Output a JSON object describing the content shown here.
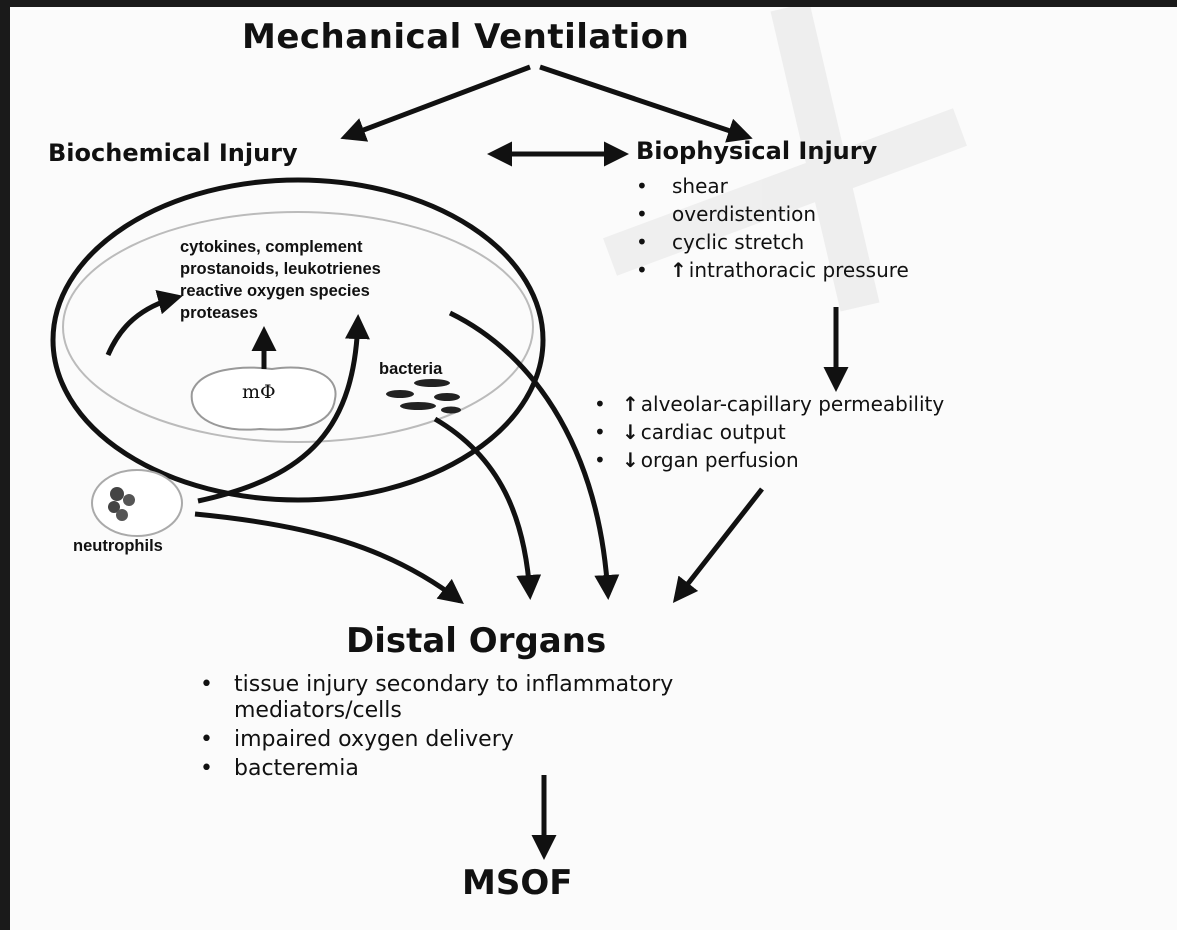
{
  "title": "Mechanical Ventilation",
  "biochemical": {
    "title": "Biochemical Injury",
    "mediators": [
      "cytokines, complement",
      "prostanoids, leukotrienes",
      "reactive oxygen species",
      "proteases"
    ],
    "macrophage": "mΦ",
    "bacteria": "bacteria",
    "neutrophils": "neutrophils"
  },
  "biophysical": {
    "title": "Biophysical Injury",
    "items": [
      {
        "arrow": "",
        "text": "shear"
      },
      {
        "arrow": "",
        "text": "overdistention"
      },
      {
        "arrow": "",
        "text": "cyclic stretch"
      },
      {
        "arrow": "↑",
        "text": "intrathoracic pressure"
      }
    ]
  },
  "effects": [
    {
      "arrow": "↑",
      "text": "alveolar-capillary permeability"
    },
    {
      "arrow": "↓",
      "text": "cardiac output"
    },
    {
      "arrow": "↓",
      "text": "organ perfusion"
    }
  ],
  "distal": {
    "title": "Distal Organs",
    "items": [
      {
        "lines": [
          "tissue injury secondary to inflammatory",
          "mediators/cells"
        ]
      },
      {
        "lines": [
          "impaired oxygen delivery"
        ]
      },
      {
        "lines": [
          "bacteremia"
        ]
      }
    ]
  },
  "outcome": "MSOF",
  "bullet": "•",
  "colors": {
    "ink": "#111111",
    "paper": "#fbfbfb",
    "frame": "#1a1a1a"
  }
}
